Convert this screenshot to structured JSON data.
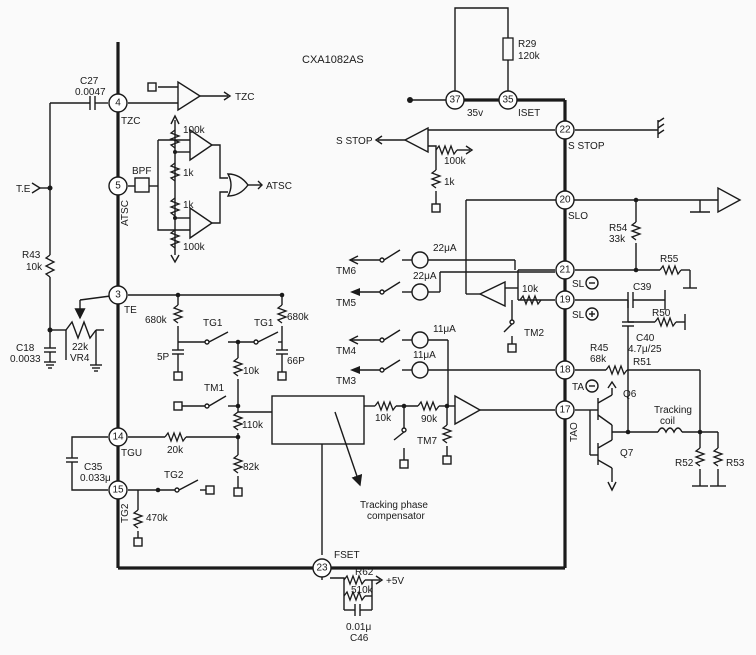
{
  "title": "CXA1082AS",
  "pins": {
    "p4": "4",
    "p5": "5",
    "p3": "3",
    "p14": "14",
    "p15": "15",
    "p23": "23",
    "p37": "37",
    "p35": "35",
    "p22": "22",
    "p20": "20",
    "p21": "21",
    "p19": "19",
    "p18": "18",
    "p17": "17"
  },
  "pin_names": {
    "tzc": "TZC",
    "atsc": "ATSC",
    "te": "TE",
    "tgu": "TGU",
    "tg2": "TG2",
    "fset": "FSET",
    "v35": "35v",
    "iset": "ISET",
    "sstop": "S STOP",
    "slo": "SLO",
    "sl_minus": "SL",
    "sl_plus": "SL",
    "ta_minus": "TA",
    "tao": "TAO"
  },
  "signals": {
    "tzc_out": "TZC",
    "atsc_out": "ATSC",
    "te_in": "T.E",
    "sstop_out": "S STOP",
    "plus5v": "+5V",
    "bpf": "BPF"
  },
  "components": {
    "c27": "C27",
    "c27v": "0.0047",
    "r29": "R29",
    "r29v": "120k",
    "r43": "R43",
    "r43v": "10k",
    "c18": "C18",
    "c18v": "0.0033",
    "vr4v": "22k",
    "vr4": "VR4",
    "c35": "C35",
    "c35v": "0.033μ",
    "r54": "R54",
    "r54v": "33k",
    "r55": "R55",
    "c39": "C39",
    "r50": "R50",
    "c40": "C40",
    "c40v": "4.7μ/25",
    "r45": "R45",
    "r45v": "68k",
    "r51": "R51",
    "r52": "R52",
    "r53": "R53",
    "r62": "R62",
    "r62v": "510k",
    "c46v": "0.01μ",
    "c46": "C46",
    "q6": "Q6",
    "q7": "Q7"
  },
  "values": {
    "r100k_a": "100k",
    "r1k_a": "1k",
    "r1k_b": "1k",
    "r100k_b": "100k",
    "r680k_a": "680k",
    "r680k_b": "680k",
    "c5p": "5P",
    "c66p": "66P",
    "r10k_a": "10k",
    "r110k": "110k",
    "r82k": "82k",
    "r20k": "20k",
    "r470k": "470k",
    "r100k_s": "100k",
    "r1k_s": "1k",
    "i22a": "22μA",
    "i22b": "22μA",
    "i11a": "11μA",
    "i11b": "11μA",
    "r10k_b": "10k",
    "r10k_c": "10k",
    "r90k": "90k"
  },
  "switches": {
    "tg1_a": "TG1",
    "tg1_b": "TG1",
    "tm1": "TM1",
    "tg2": "TG2",
    "tm6": "TM6",
    "tm5": "TM5",
    "tm4": "TM4",
    "tm3": "TM3",
    "tm2": "TM2",
    "tm7": "TM7"
  },
  "annotations": {
    "tracking_coil": "Tracking\ncoil",
    "compensator_1": "Tracking phase",
    "compensator_2": "compensator"
  }
}
